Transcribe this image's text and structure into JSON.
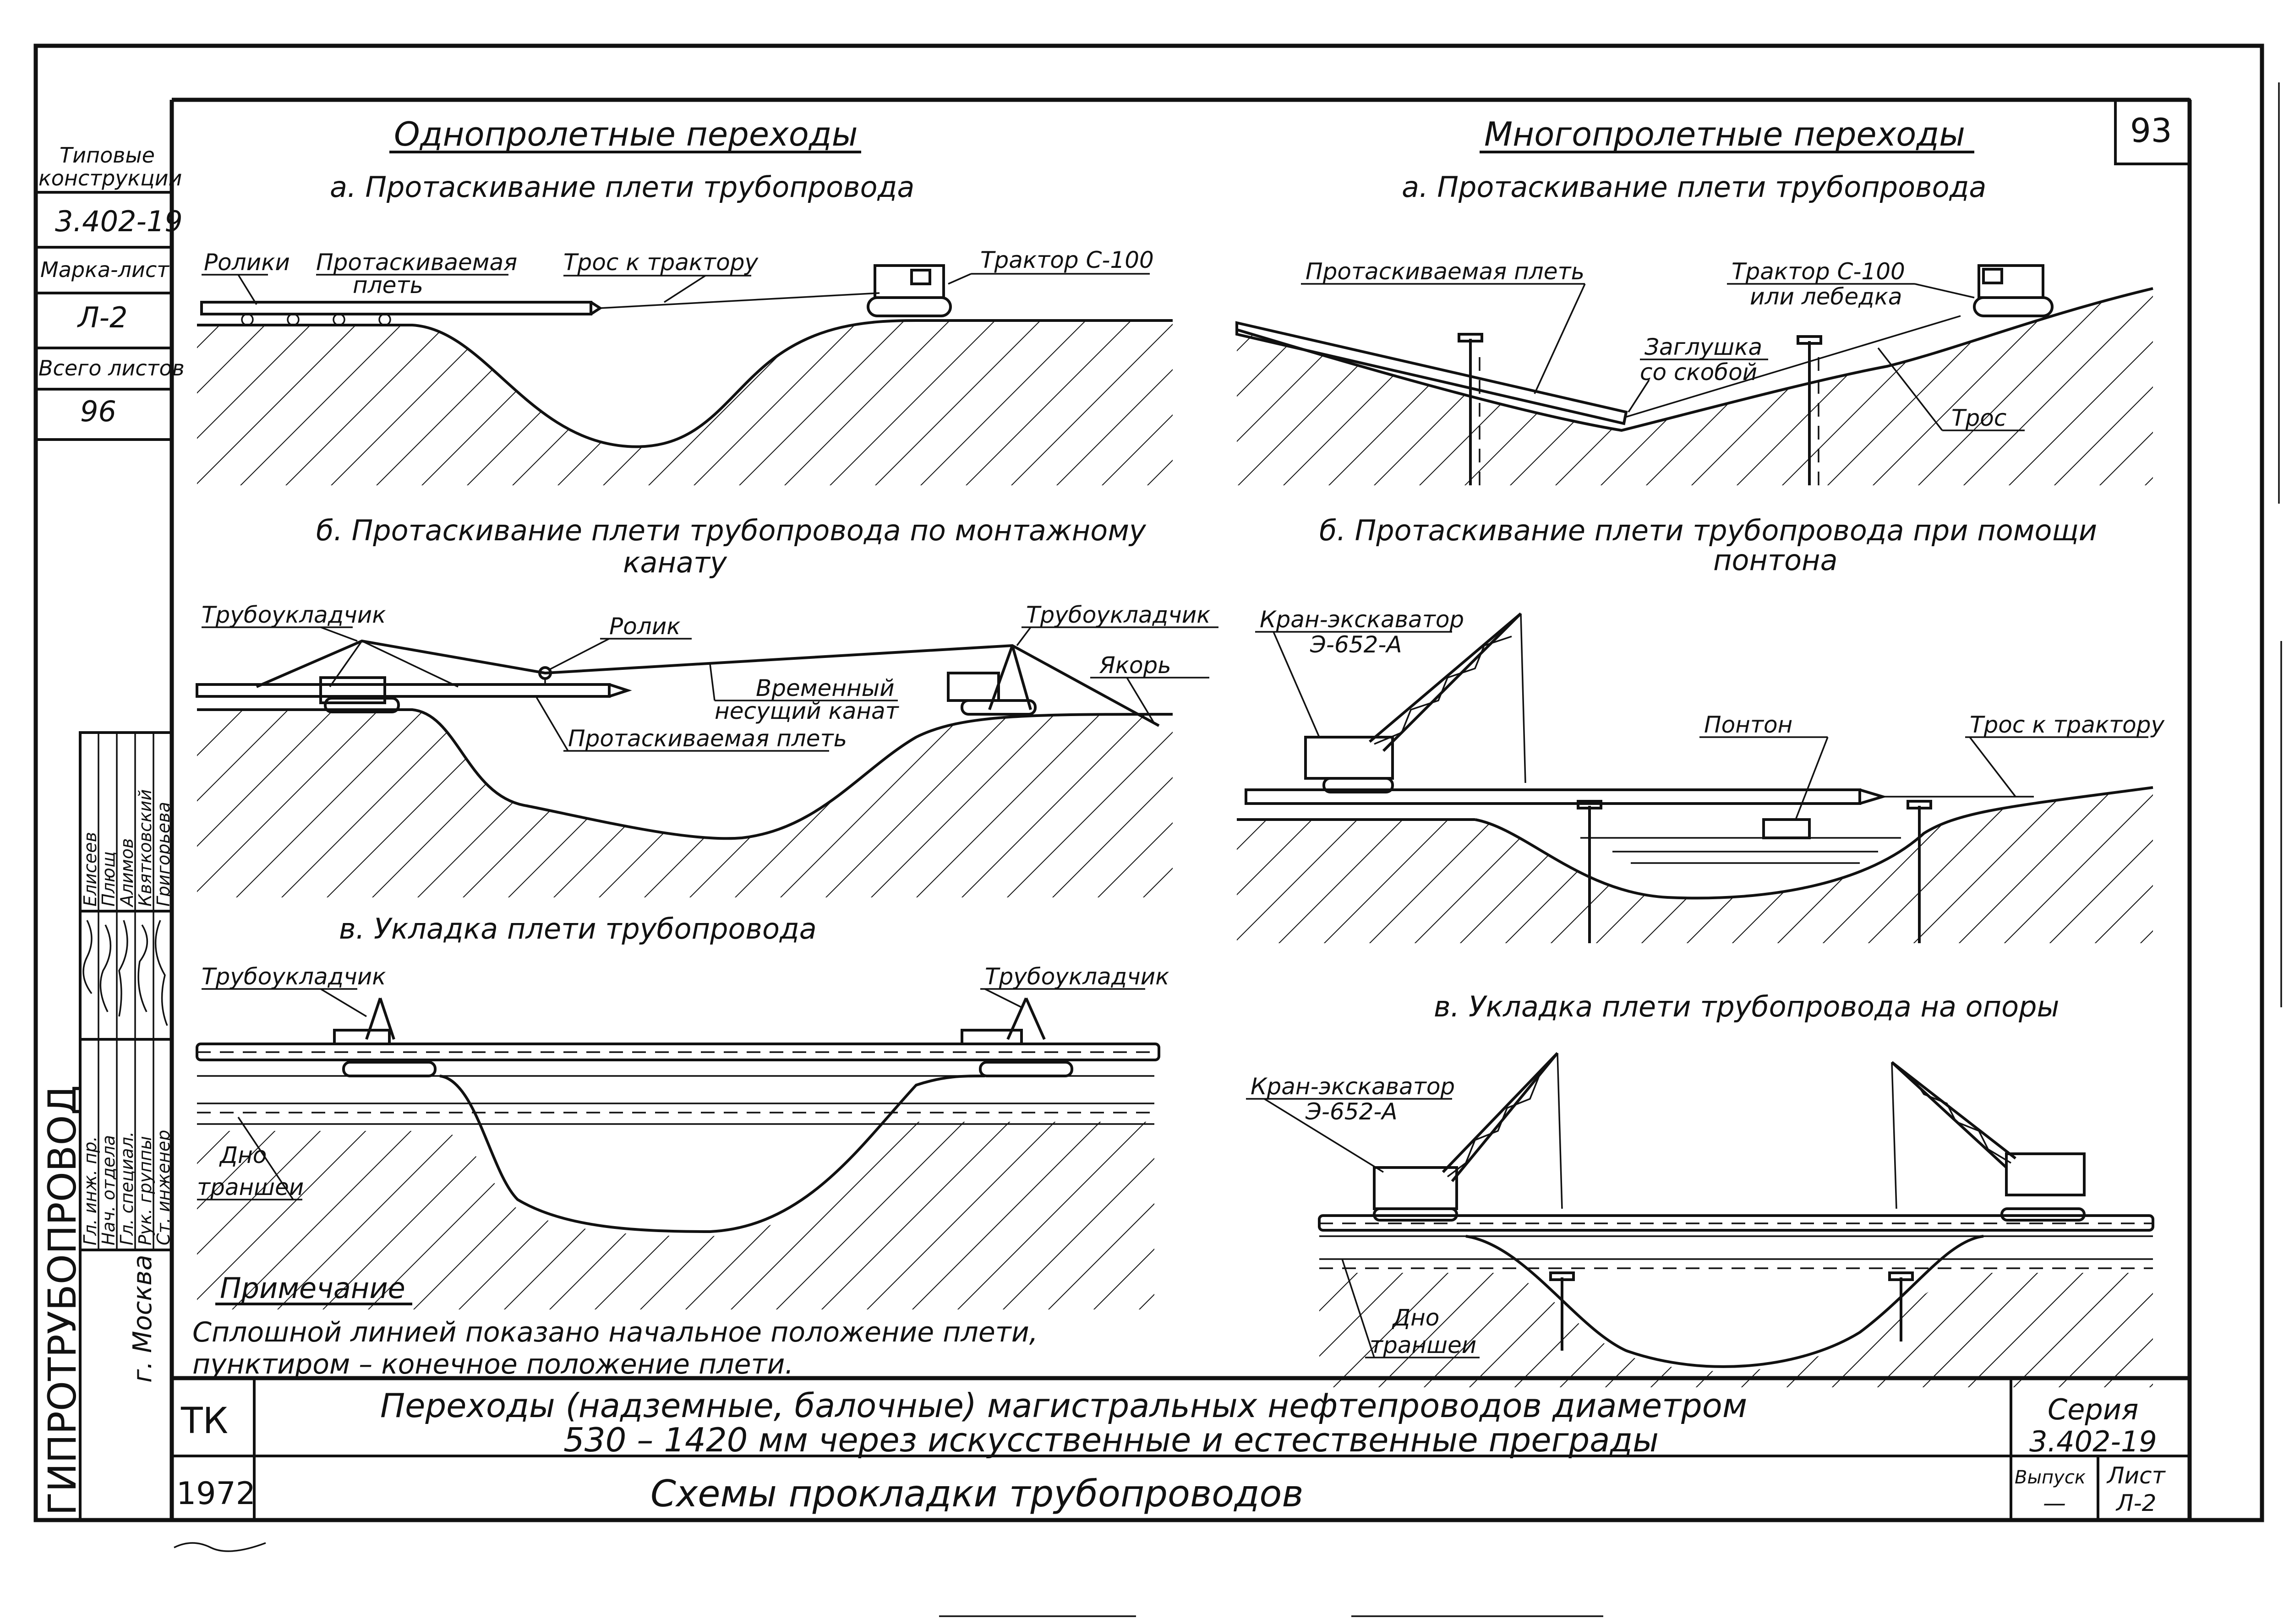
{
  "colors": {
    "ink": "#111111",
    "paper": "#ffffff"
  },
  "sheet_number": "93",
  "sidebar": {
    "typ_label_1": "Типовые",
    "typ_label_2": "конструкции",
    "series_code": "3.402-19",
    "mark_label": "Марка-лист",
    "mark_value": "Л-2",
    "total_label": "Всего листов",
    "total_value": "96"
  },
  "signatures": {
    "roles": [
      "Гл. инж. пр.",
      "Нач. отдела",
      "Гл. специал.",
      "Рук. группы",
      "Ст. инженер"
    ],
    "names": [
      "Елисеев",
      "Плющ",
      "Алимов",
      "Квятковский",
      "Григорьева"
    ]
  },
  "org": {
    "name": "ГИПРОТРУБОПРОВОД",
    "city": "г. Москва"
  },
  "left": {
    "heading": "Однопролетные переходы",
    "a": {
      "title": "а. Протаскивание плети трубопровода",
      "rollers": "Ролики",
      "pulled_1": "Протаскиваемая",
      "pulled_2": "плеть",
      "cable": "Трос к трактору",
      "tractor": "Трактор С-100"
    },
    "b": {
      "title_1": "б. Протаскивание плети трубопровода по монтажному",
      "title_2": "канату",
      "pipelayer_left": "Трубоукладчик",
      "roller": "Ролик",
      "pipelayer_right": "Трубоукладчик",
      "anchor": "Якорь",
      "temp_1": "Временный",
      "temp_2": "несущий канат",
      "pulled": "Протаскиваемая плеть"
    },
    "v": {
      "title": "в. Укладка плети трубопровода",
      "pipelayer_left": "Трубоукладчик",
      "pipelayer_right": "Трубоукладчик",
      "bottom_1": "Дно",
      "bottom_2": "траншеи"
    },
    "note": {
      "heading": "Примечание",
      "line_1": "Сплошной линией показано начальное положение плети,",
      "line_2": "пунктиром – конечное положение плети."
    }
  },
  "right": {
    "heading": "Многопролетные переходы",
    "a": {
      "title": "а. Протаскивание плети трубопровода",
      "pulled": "Протаскиваемая плеть",
      "tractor_1": "Трактор С-100",
      "tractor_2": "или лебедка",
      "plug_1": "Заглушка",
      "plug_2": "со скобой",
      "cable": "Трос"
    },
    "b": {
      "title_1": "б. Протаскивание плети трубопровода при помощи",
      "title_2": "понтона",
      "crane_1": "Кран-экскаватор",
      "crane_2": "Э-652-А",
      "pontoon": "Понтон",
      "cable": "Трос к трактору"
    },
    "v": {
      "title": "в. Укладка плети трубопровода на опоры",
      "crane_1": "Кран-экскаватор",
      "crane_2": "Э-652-А",
      "bottom_1": "Дно",
      "bottom_2": "траншеи"
    }
  },
  "titleblock": {
    "tk": "ТК",
    "year": "1972",
    "title_1": "Переходы (надземные, балочные) магистральных нефтепроводов диаметром",
    "title_2": "530 – 1420 мм через искусственные и естественные преграды",
    "drawing_title": "Схемы прокладки трубопроводов",
    "series_label": "Серия",
    "series_value": "3.402-19",
    "issue_label": "Выпуск",
    "issue_value": "—",
    "sheet_label": "Лист",
    "sheet_value": "Л-2"
  }
}
